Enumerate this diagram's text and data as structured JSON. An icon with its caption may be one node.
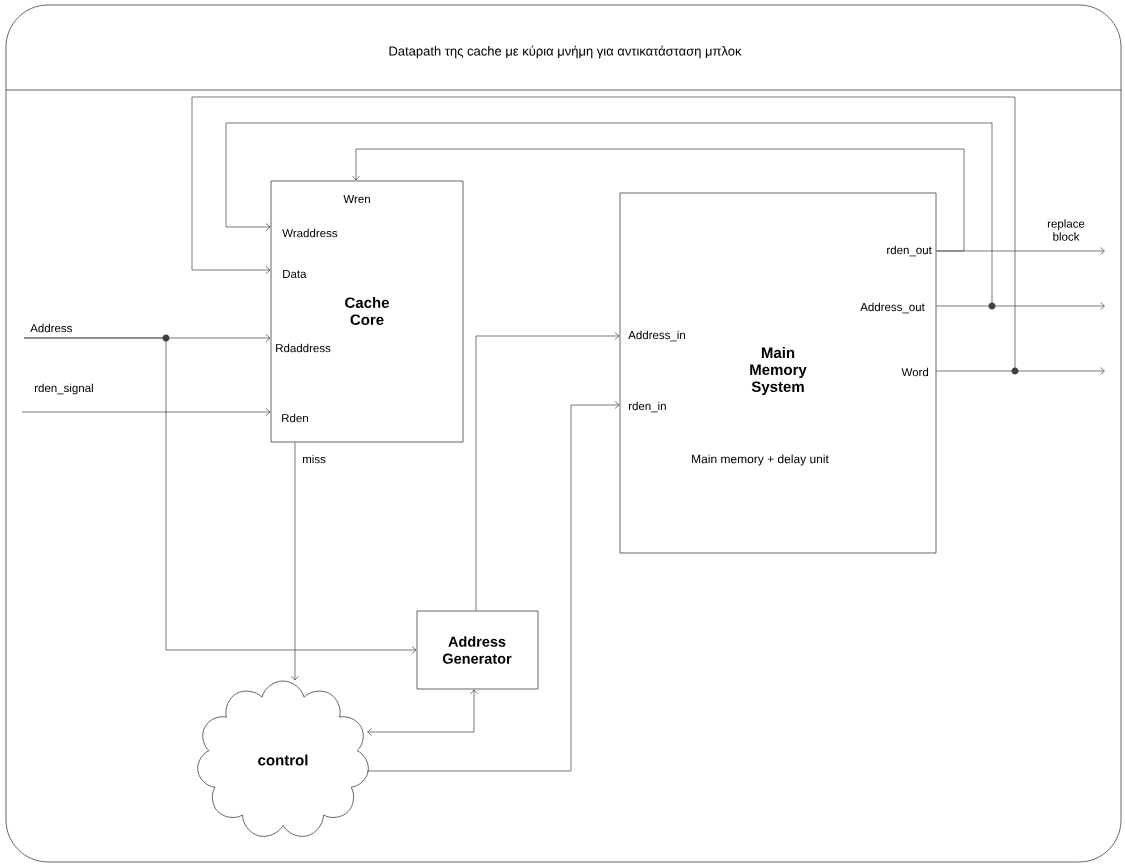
{
  "diagram": {
    "title": "Datapath της cache με κύρια μνήμη για αντικατάσταση μπλοκ",
    "nodes": [
      {
        "text": [
          "Cache Core",
          "Wren",
          "Wraddress",
          "Data",
          "Rdaddress",
          "Rden"
        ]
      },
      {
        "text": [
          "Main Memory System",
          "Main memory + delay unit",
          "Address_in",
          "rden_in",
          "rden_out",
          "Address_out",
          "Word"
        ]
      },
      {
        "text": [
          "Address Generator"
        ]
      },
      {
        "text": [
          "control"
        ]
      }
    ],
    "edges": [
      {
        "from": null,
        "to": 0,
        "arrow": "to",
        "label": "Address"
      },
      {
        "from": null,
        "to": 2,
        "arrow": "to"
      },
      {
        "from": null,
        "to": 0,
        "arrow": "to",
        "label": "rden_signal"
      },
      {
        "from": 0,
        "to": 3,
        "arrow": "to",
        "label": "miss"
      },
      {
        "from": 2,
        "to": 1,
        "arrow": "to"
      },
      {
        "from": 3,
        "to": 2,
        "arrow": "both"
      },
      {
        "from": 3,
        "to": 1,
        "arrow": "to"
      },
      {
        "from": 1,
        "to": null,
        "arrow": "to",
        "label": "replace block"
      },
      {
        "from": 1,
        "to": null,
        "arrow": "to"
      },
      {
        "from": 1,
        "to": null,
        "arrow": "to"
      },
      {
        "from": 1,
        "to": 0,
        "arrow": "to"
      },
      {
        "from": 1,
        "to": 0,
        "arrow": "to"
      },
      {
        "from": 1,
        "to": 0,
        "arrow": "to"
      }
    ]
  }
}
